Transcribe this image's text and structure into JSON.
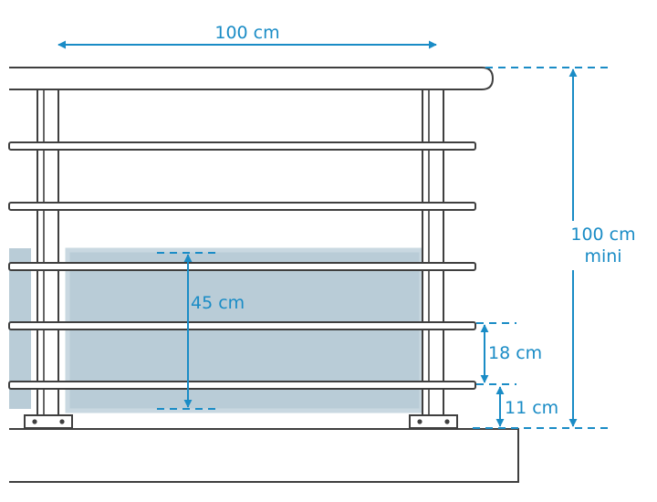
{
  "colors": {
    "dimension": "#1a8cc6",
    "outline": "#3f3f3f",
    "rail_fill": "#ffffff",
    "glass": "#b9ccd7",
    "glass_edge": "#c9d8e1",
    "ground_fill": "#ffffff"
  },
  "dimensions": {
    "width_label": "100 cm",
    "height_label_line1": "100 cm",
    "height_label_line2": "mini",
    "glass_label": "45 cm",
    "rail_spacing_label": "18 cm",
    "bottom_gap_label": "11 cm"
  }
}
